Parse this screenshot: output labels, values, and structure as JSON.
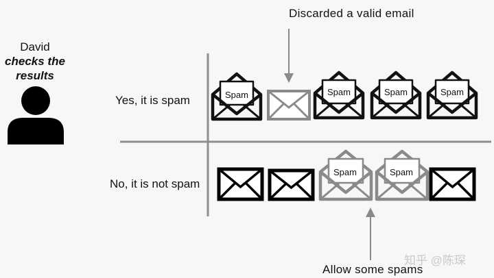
{
  "person": {
    "name": "David",
    "line2": "checks the",
    "line3": "results"
  },
  "rows": {
    "yes": "Yes, it is spam",
    "no": "No, it is not spam"
  },
  "annotations": {
    "top": "Discarded a valid email",
    "bottom": "Allow some spams"
  },
  "envelope_tag": "Spam",
  "watermark": "知乎 @陈琛",
  "colors": {
    "dark": "#111111",
    "grey": "#8a8a8a",
    "axis": "#8f8f8f",
    "background": "#f7f7f7"
  }
}
